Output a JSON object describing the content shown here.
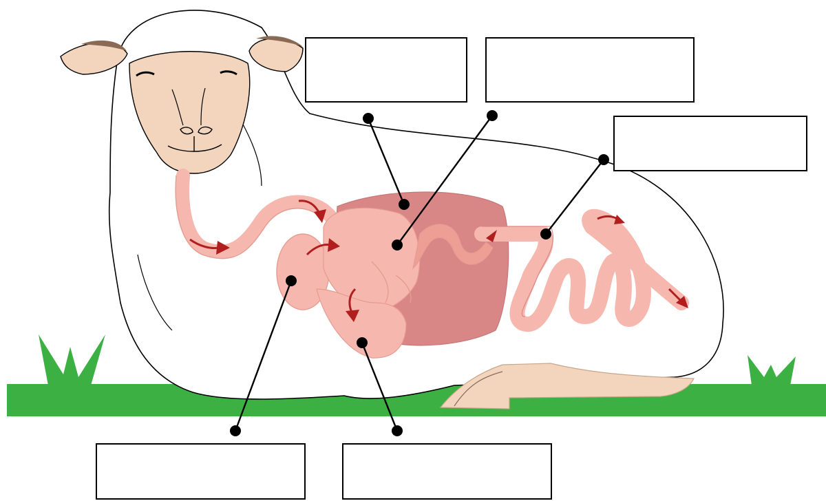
{
  "title": "",
  "colors": {
    "grass": "#3cb043",
    "wool": "#ffffff",
    "face": "#f2d5bc",
    "gut_light": "#f6b8ae",
    "gut_mid": "#ee9f95",
    "gut_dark": "#d98786",
    "arrow": "#b01e1e"
  },
  "label_boxes": [
    {
      "id": "top-left",
      "text": ""
    },
    {
      "id": "top-middle",
      "text": ""
    },
    {
      "id": "right",
      "text": ""
    },
    {
      "id": "bottom-left",
      "text": ""
    },
    {
      "id": "bottom-middle",
      "text": ""
    }
  ]
}
